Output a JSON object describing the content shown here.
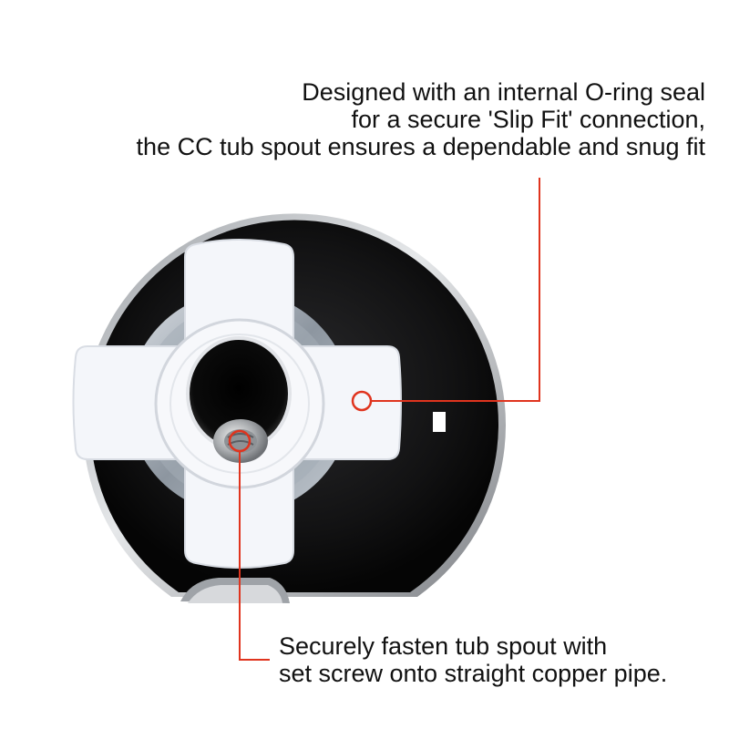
{
  "captions": {
    "top": {
      "line1": "Designed with an internal O-ring seal",
      "line2": "for a secure 'Slip Fit' connection,",
      "line3": "the CC tub spout ensures a dependable and snug fit"
    },
    "bottom": {
      "line1": "Securely fasten tub spout with",
      "line2": "set screw onto straight copper pipe."
    }
  },
  "colors": {
    "callout": "#e0341e",
    "housing": "#0a0a0a",
    "chrome": "#c9ccd0",
    "insert": "#f4f6fa"
  }
}
